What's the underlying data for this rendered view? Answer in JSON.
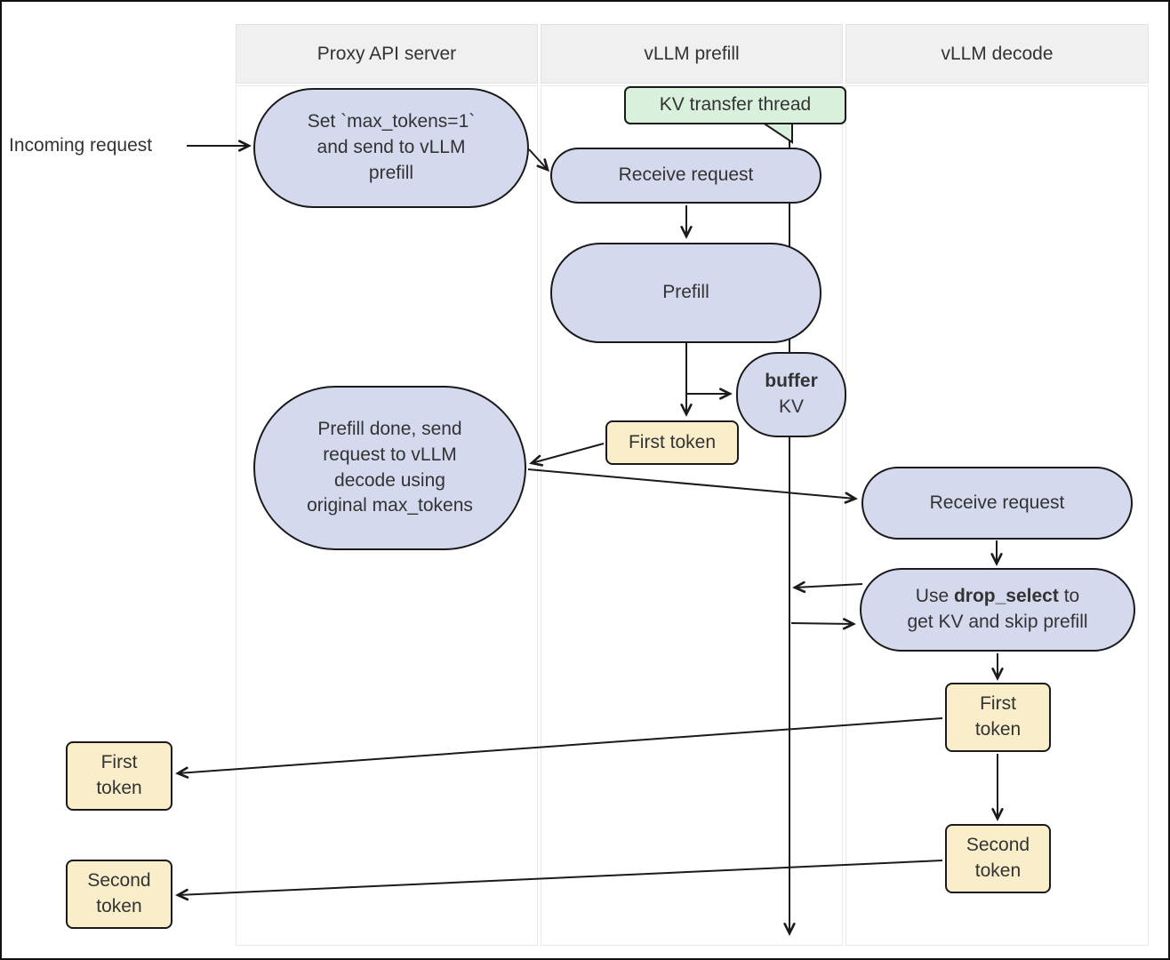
{
  "diagram": {
    "type": "flowchart",
    "lanes": [
      {
        "label": "Proxy API server"
      },
      {
        "label": "vLLM prefill"
      },
      {
        "label": "vLLM decode"
      }
    ],
    "labels": {
      "incoming_request": "Incoming request",
      "set_max_tokens": "Set `max_tokens=1`\nand send to vLLM\nprefill",
      "kv_transfer_thread": "KV transfer thread",
      "receive_request_prefill": "Receive request",
      "prefill": "Prefill",
      "buffer_bold": "buffer",
      "buffer_kv": "KV",
      "first_token_prefill": "First token",
      "prefill_done": "Prefill done, send\nrequest to vLLM\ndecode using\noriginal max_tokens",
      "receive_request_decode": "Receive request",
      "drop_select_prefix": "Use ",
      "drop_select_bold": "drop_select",
      "drop_select_suffix": " to",
      "drop_select_line2": "get KV and skip prefill",
      "first_token_decode": "First\ntoken",
      "second_token_decode": "Second\ntoken",
      "first_token_output": "First\ntoken",
      "second_token_output": "Second\ntoken"
    },
    "colors": {
      "process_fill": "#d4d9ee",
      "token_fill": "#faeeca",
      "thread_fill": "#d9f0dc",
      "node_border": "#1a1a1a",
      "lane_header_bg": "#f0f0f0",
      "lane_border": "#e9e9e9",
      "edge": "#1a1a1a",
      "text": "#333333"
    }
  }
}
